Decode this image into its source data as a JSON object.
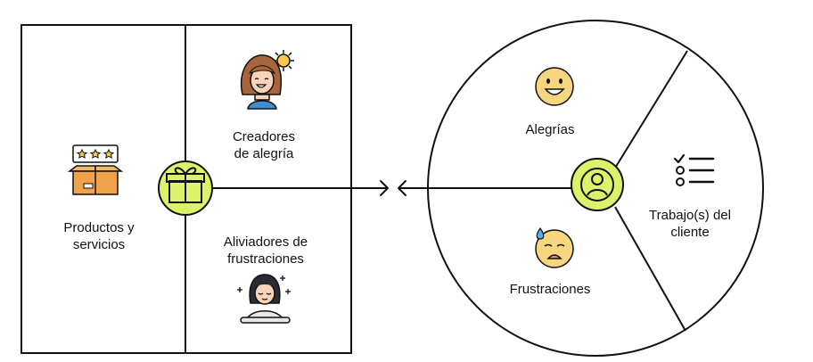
{
  "value_proposition": {
    "products_services": {
      "label": "Productos y\nservicios",
      "icon": "product-box-with-stars-icon"
    },
    "gain_creators": {
      "label": "Creadores\nde alegría",
      "icon": "happy-woman-with-sun-icon"
    },
    "pain_relievers": {
      "label": "Aliviadores de\nfrustraciones",
      "icon": "meditating-woman-icon"
    },
    "center_icon": "gift-icon"
  },
  "customer_profile": {
    "gains": {
      "label": "Alegrías",
      "icon": "smiling-face-icon"
    },
    "pains": {
      "label": "Frustraciones",
      "icon": "worried-face-icon"
    },
    "jobs": {
      "label": "Trabajo(s) del\ncliente",
      "icon": "checklist-icon"
    },
    "center_icon": "user-icon"
  },
  "colors": {
    "accent": "#dcf26b",
    "line": "#111111",
    "face": "#f6d77f",
    "box": "#f0a24a",
    "hair": "#a8643a"
  }
}
